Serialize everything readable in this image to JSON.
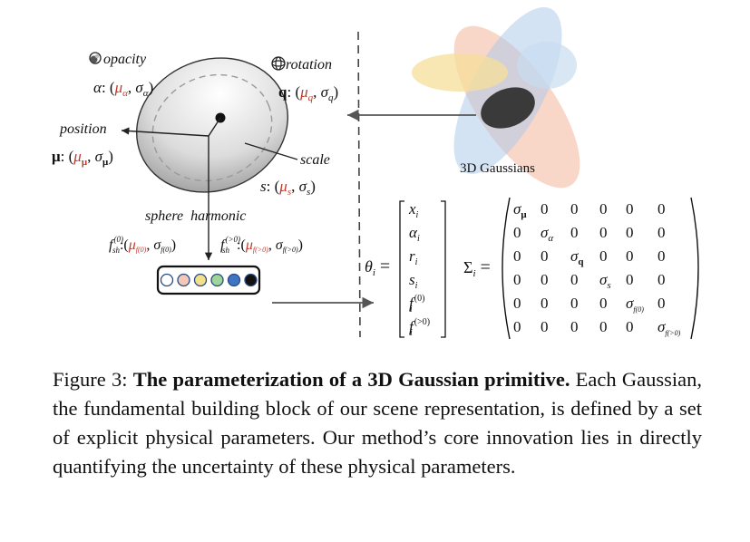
{
  "figure": {
    "labels": {
      "opacity": "opacity",
      "rotation": "rotation",
      "position": "position",
      "scale": "scale",
      "sphere_harmonic": "sphere  harmonic",
      "gaussians_3d": "3D Gaussians"
    },
    "params": {
      "alpha": {
        "sym": "α",
        "mu": "μ",
        "mu_sub": "α",
        "sigma": "σ",
        "sigma_sub": "α"
      },
      "q": {
        "sym": "q",
        "mu": "μ",
        "mu_sub": "q",
        "sigma": "σ",
        "sigma_sub": "q"
      },
      "mu": {
        "sym": "μ",
        "mu": "μ",
        "mu_sub": "μ",
        "sigma": "σ",
        "sigma_sub": "μ"
      },
      "s": {
        "sym": "s",
        "mu": "μ",
        "mu_sub": "s",
        "sigma": "σ",
        "sigma_sub": "s"
      },
      "f0": {
        "sym": "f",
        "sym_sub": "sh",
        "sym_sup": "(0)",
        "mu": "μ",
        "mu_sub": "f(0)",
        "sigma": "σ",
        "sigma_sub": "f(0)"
      },
      "fgt0": {
        "sym": "f",
        "sym_sub": "sh",
        "sym_sup": "(>0)",
        "mu": "μ",
        "mu_sub": "f(>0)",
        "sigma": "σ",
        "sigma_sub": "f(>0)"
      }
    },
    "theta": {
      "lhs": "θ",
      "lhs_sub": "i",
      "entries": [
        {
          "base": "x",
          "sub": "i",
          "sup": ""
        },
        {
          "base": "α",
          "sub": "i",
          "sup": ""
        },
        {
          "base": "r",
          "sub": "i",
          "sup": ""
        },
        {
          "base": "s",
          "sub": "i",
          "sup": ""
        },
        {
          "base": "f",
          "sub": "i",
          "sup": "(0)"
        },
        {
          "base": "f",
          "sub": "i",
          "sup": "(>0)"
        }
      ]
    },
    "sigma_matrix": {
      "lhs": "Σ",
      "lhs_sub": "i",
      "zero": "0",
      "diag": [
        {
          "base": "σ",
          "sub": "μ"
        },
        {
          "base": "σ",
          "sub": "α"
        },
        {
          "base": "σ",
          "sub": "q"
        },
        {
          "base": "σ",
          "sub": "s"
        },
        {
          "base": "σ",
          "sub": "f(0)"
        },
        {
          "base": "σ",
          "sub": "f(>0)"
        }
      ]
    },
    "sh_swatches": [
      "#ffffff",
      "#f4c7b8",
      "#f3e08a",
      "#9fd49a",
      "#3d74c4",
      "#111111"
    ]
  },
  "caption": {
    "label": "Figure 3: ",
    "title": "The parameterization of a 3D Gaussian primitive.",
    "body": " Each Gaussian, the fundamental building block of our scene representation, is defined by a set of explicit physical parameters. Our method’s core innovation lies in directly quantifying the uncertainty of these physical parameters."
  }
}
